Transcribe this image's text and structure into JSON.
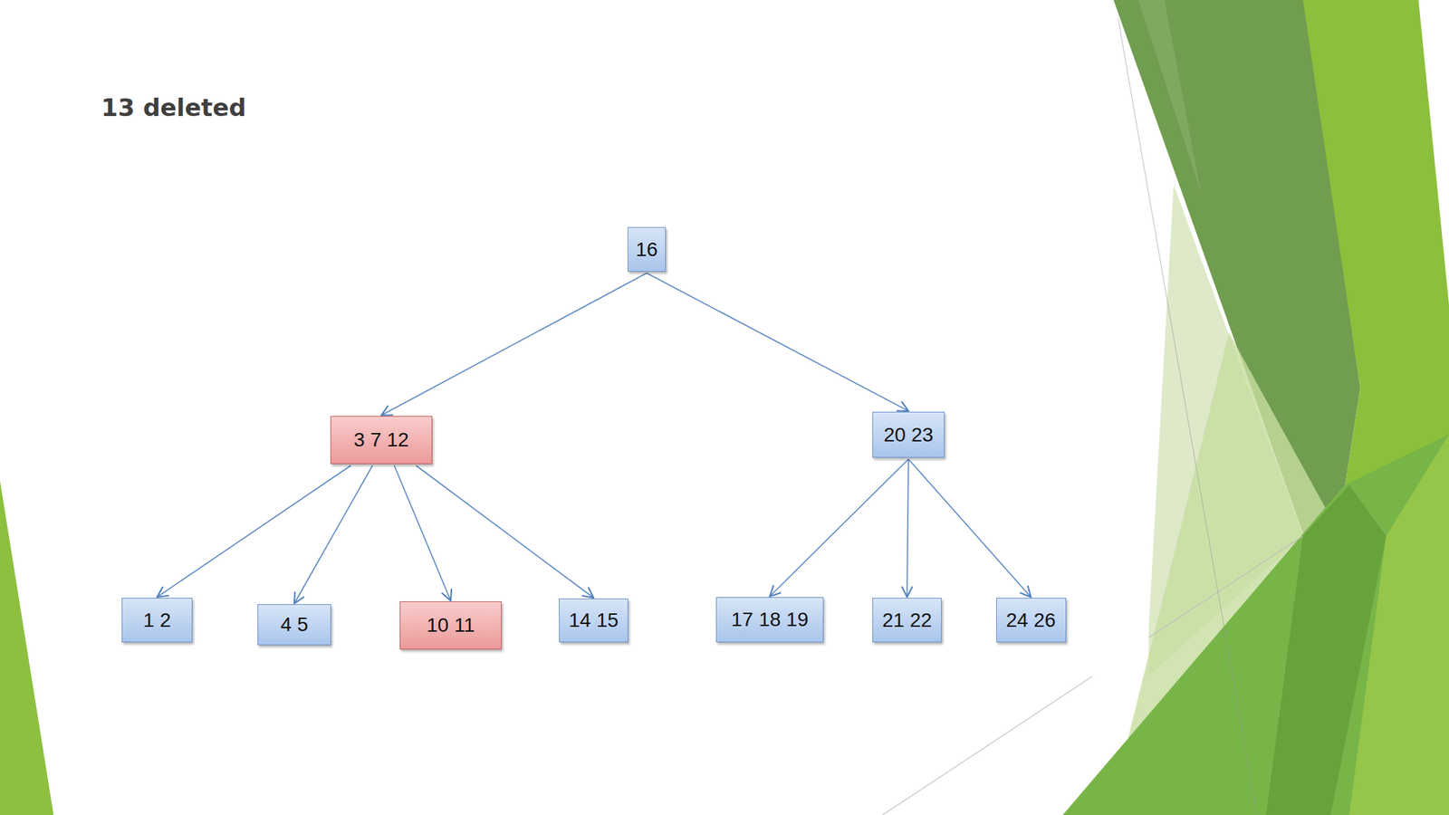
{
  "diagram": {
    "title": "13 deleted",
    "nodes": [
      {
        "text": [
          "16"
        ]
      },
      {
        "text": [
          "3 7 12"
        ]
      },
      {
        "text": [
          "20 23"
        ]
      },
      {
        "text": [
          "1 2"
        ]
      },
      {
        "text": [
          "4 5"
        ]
      },
      {
        "text": [
          "10 11"
        ]
      },
      {
        "text": [
          "14 15"
        ]
      },
      {
        "text": [
          "17 18 19"
        ]
      },
      {
        "text": [
          "21 22"
        ]
      },
      {
        "text": [
          "24 26"
        ]
      }
    ],
    "edges": [
      {
        "from": 0,
        "to": 1,
        "arrow": "to"
      },
      {
        "from": 0,
        "to": 2,
        "arrow": "to"
      },
      {
        "from": 1,
        "to": 3,
        "arrow": "to"
      },
      {
        "from": 1,
        "to": 4,
        "arrow": "to"
      },
      {
        "from": 1,
        "to": 5,
        "arrow": "to"
      },
      {
        "from": 1,
        "to": 6,
        "arrow": "to"
      },
      {
        "from": 2,
        "to": 7,
        "arrow": "to"
      },
      {
        "from": 2,
        "to": 8,
        "arrow": "to"
      },
      {
        "from": 2,
        "to": 9,
        "arrow": "to"
      }
    ]
  }
}
